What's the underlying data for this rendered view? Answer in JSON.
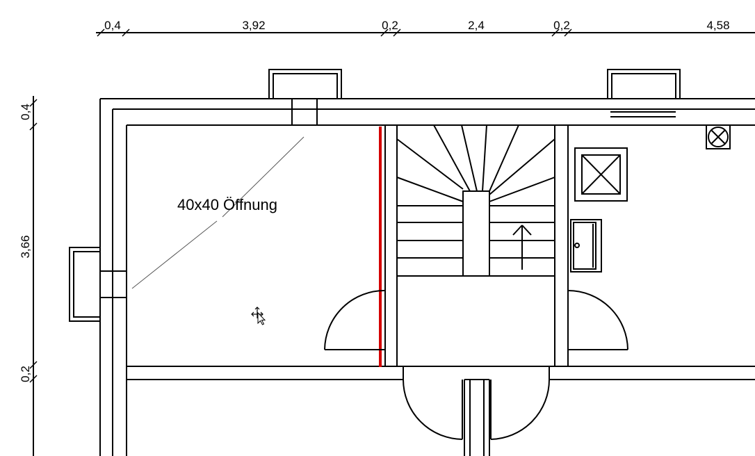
{
  "dimensions": {
    "top": [
      "0,4",
      "3,92",
      "0,2",
      "2,4",
      "0,2",
      "4,58"
    ],
    "left": [
      "0,4",
      "3,66",
      "0,2"
    ]
  },
  "labels": {
    "opening": "40x40 Öffnung"
  },
  "colors": {
    "line": "#000000",
    "selected_wall": "#d40000",
    "background": "#ffffff"
  },
  "icons": {
    "cursor": "move-cursor-icon",
    "stair_arrow": "arrow-up-icon",
    "chimney": "crossed-box-icon",
    "ventilation": "crossed-circle-icon",
    "appliance": "door-cabinet-icon"
  }
}
